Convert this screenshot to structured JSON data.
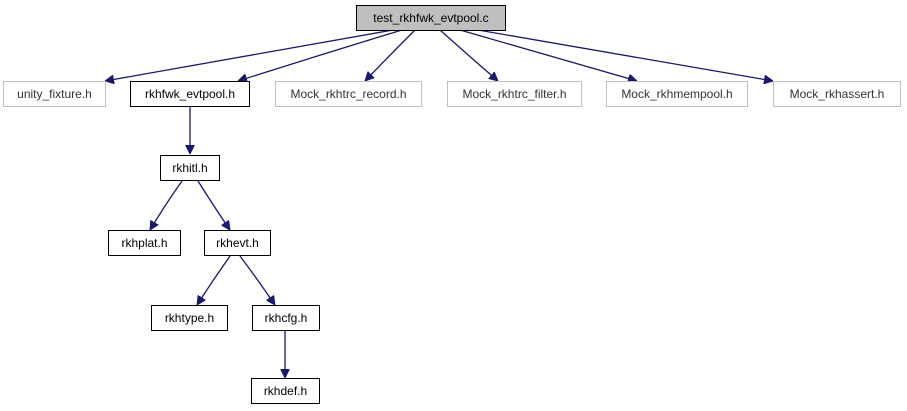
{
  "graph": {
    "root": "test_rkhfwk_evtpool.c",
    "nodes": [
      "unity_fixture.h",
      "rkhfwk_evtpool.h",
      "Mock_rkhtrc_record.h",
      "Mock_rkhtrc_filter.h",
      "Mock_rkhmempool.h",
      "Mock_rkhassert.h",
      "rkhitl.h",
      "rkhplat.h",
      "rkhevt.h",
      "rkhtype.h",
      "rkhcfg.h",
      "rkhdef.h"
    ],
    "edge_color": "#191970"
  }
}
